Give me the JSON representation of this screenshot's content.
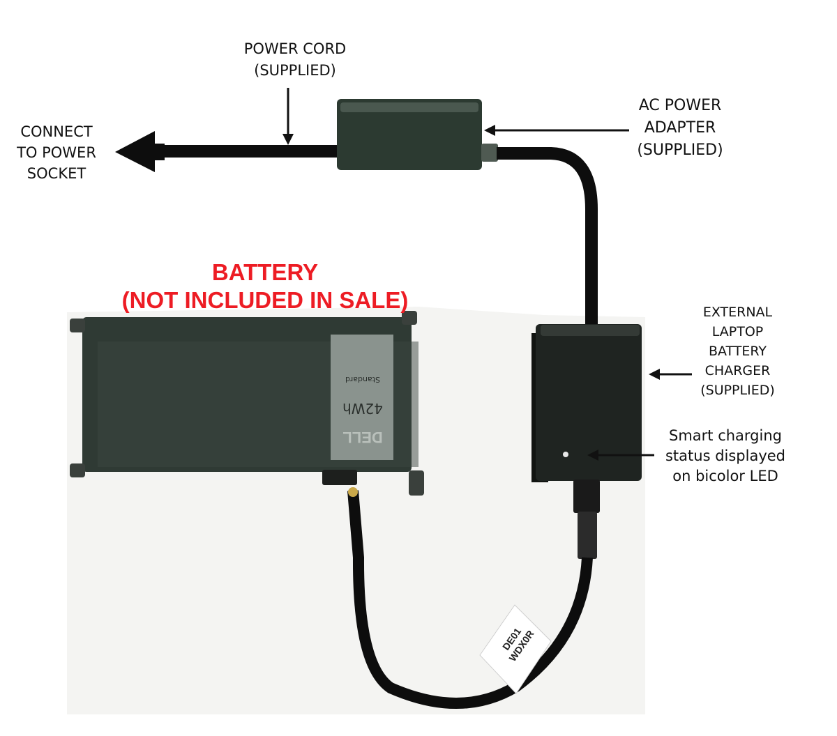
{
  "labels": {
    "power_cord": [
      "POWER CORD",
      "(SUPPLIED)"
    ],
    "connect": [
      "CONNECT",
      "TO POWER",
      "SOCKET"
    ],
    "ac_adapter": [
      "AC POWER",
      "ADAPTER",
      "(SUPPLIED)"
    ],
    "battery_title": [
      "BATTERY",
      "(NOT INCLUDED IN SALE)"
    ],
    "charger": [
      "EXTERNAL",
      "LAPTOP",
      "BATTERY",
      "CHARGER",
      "(SUPPLIED)"
    ],
    "led_note": [
      "Smart charging",
      "status displayed",
      "on bicolor LED"
    ]
  },
  "battery_print": {
    "brand": "DELL",
    "capacity": "42Wh",
    "type": "Standard",
    "cable_tag": [
      "DE01",
      "WDX0R"
    ]
  },
  "colors": {
    "title_red": "#ed1c24",
    "battery_body": "#2f3a34",
    "cable": "#0d0d0d",
    "adapter": "#2c3a31",
    "charger": "#1f2421",
    "photo_bg": "#f4f4f2"
  }
}
